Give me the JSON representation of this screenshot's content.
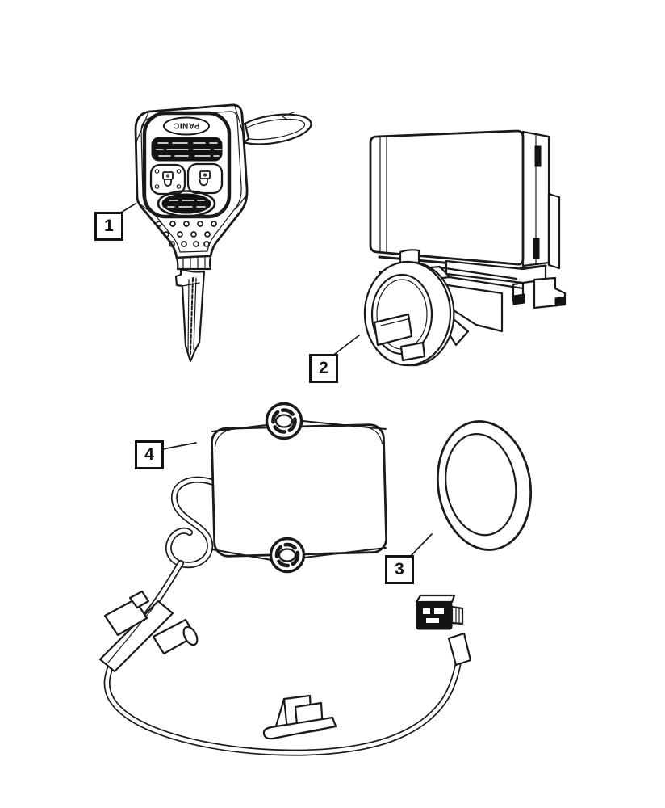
{
  "page": {
    "background": "#ffffff",
    "ink": "#1a1a1a"
  },
  "fob": {
    "panic_label": "PANIC"
  },
  "callouts": [
    {
      "label": "1"
    },
    {
      "label": "2"
    },
    {
      "label": "3"
    },
    {
      "label": "4"
    }
  ]
}
